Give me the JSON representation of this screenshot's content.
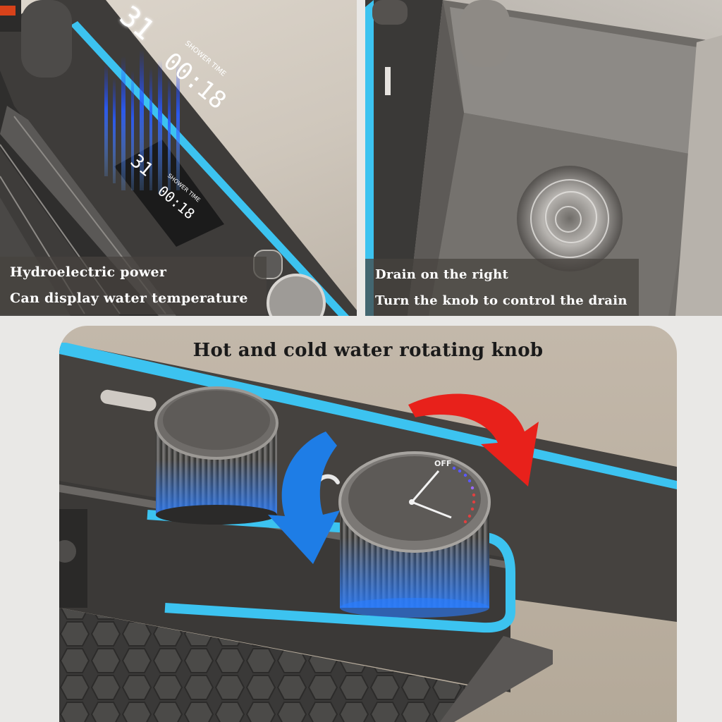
{
  "panel_top_left": {
    "caption_line1": "Hydroelectric power",
    "caption_line2": "Can display water temperature",
    "display_large": {
      "temperature": "31",
      "time": "00:18",
      "label": "SHOWER TIME"
    },
    "display_small": {
      "temperature": "31",
      "time": "00:18",
      "label": "SHOWER TIME"
    }
  },
  "panel_top_right": {
    "caption_line1": "Drain on the right",
    "caption_line2": "Turn the knob to control the drain"
  },
  "panel_bottom": {
    "title": "Hot and cold water rotating knob",
    "knob_label": "OFF"
  },
  "colors": {
    "accent_led": "#3cc3f0",
    "hot_arrow": "#e8211b",
    "cold_arrow": "#1e7de6",
    "background": "#e9e8e6"
  }
}
